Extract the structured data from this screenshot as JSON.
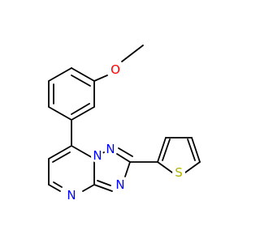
{
  "molecule": {
    "atom_colors": {
      "O": "#ff0000",
      "N": "#0000ff",
      "S": "#b2b200"
    },
    "labels": {
      "oxygen": "O",
      "n1": "N",
      "n2": "N",
      "n3": "N",
      "n4": "N",
      "sulfur": "S"
    }
  }
}
